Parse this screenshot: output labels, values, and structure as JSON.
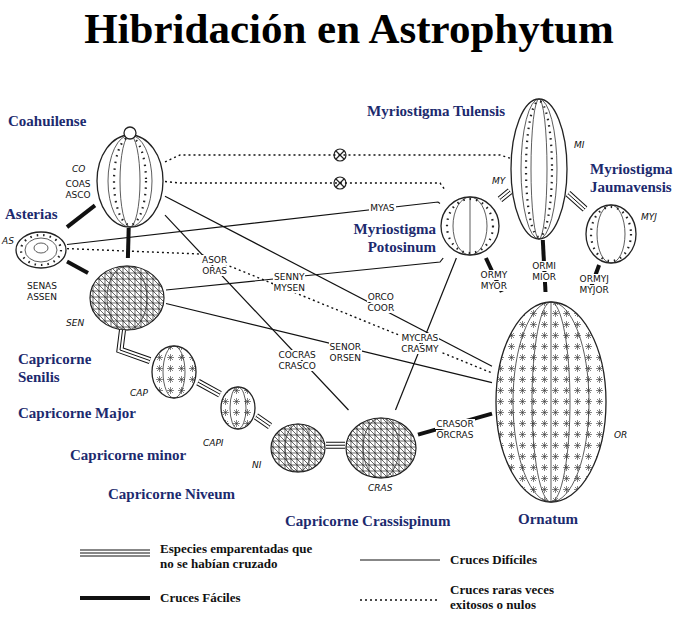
{
  "diagram": {
    "title": "Hibridación en Astrophytum",
    "nodes": [
      {
        "text": [
          "Coahuilense",
          "CO"
        ]
      },
      {
        "text": [
          "Asterias",
          "AS"
        ]
      },
      {
        "text": [
          "Capricorne Senilis",
          "SEN"
        ]
      },
      {
        "text": [
          "Capricorne Major",
          "CAP"
        ]
      },
      {
        "text": [
          "Capricorne minor",
          "CAPI"
        ]
      },
      {
        "text": [
          "Capricorne Niveum",
          "NI"
        ]
      },
      {
        "text": [
          "Capricorne Crassispinum",
          "CRAS"
        ]
      },
      {
        "text": [
          "Ornatum",
          "OR"
        ]
      },
      {
        "text": [
          "Myriostigma Potosinum",
          "MY"
        ]
      },
      {
        "text": [
          "Myriostigma Tulensis",
          "MI"
        ]
      },
      {
        "text": [
          "Myriostigma Jaumavensis",
          "MYJ"
        ]
      }
    ],
    "edges": [
      {
        "from": 0,
        "to": 1,
        "label": "COAS",
        "arrow": "none"
      },
      {
        "from": 0,
        "to": 2,
        "arrow": "none"
      },
      {
        "from": 1,
        "to": 2,
        "label": "SENAS",
        "arrow": "none"
      },
      {
        "from": 2,
        "to": 3,
        "arrow": "none"
      },
      {
        "from": 3,
        "to": 4,
        "arrow": "none"
      },
      {
        "from": 4,
        "to": 5,
        "arrow": "none"
      },
      {
        "from": 5,
        "to": 6,
        "arrow": "none"
      },
      {
        "from": 0,
        "to": 9,
        "arrow": "none"
      },
      {
        "from": 0,
        "to": 8,
        "arrow": "none"
      },
      {
        "from": 1,
        "to": 8,
        "label": "MYAS",
        "arrow": "none"
      },
      {
        "from": 1,
        "to": 7,
        "label": "ASOR",
        "arrow": "none"
      },
      {
        "from": 0,
        "to": 7,
        "label": "COOR",
        "arrow": "none"
      },
      {
        "from": 0,
        "to": 6,
        "label": "COCRAS",
        "arrow": "none"
      },
      {
        "from": 2,
        "to": 8,
        "label": "SENNY",
        "arrow": "none"
      },
      {
        "from": 2,
        "to": 7,
        "label": "SENOR",
        "arrow": "none"
      },
      {
        "from": 6,
        "to": 7,
        "label": "CRASOR",
        "arrow": "none"
      },
      {
        "from": 6,
        "to": 8,
        "label": "CRASMY",
        "arrow": "none"
      },
      {
        "from": 7,
        "to": 8,
        "label": "ORMY",
        "arrow": "none"
      },
      {
        "from": 7,
        "to": 9,
        "label": "ORMI",
        "arrow": "none"
      },
      {
        "from": 7,
        "to": 10,
        "label": "ORMYJ",
        "arrow": "none"
      },
      {
        "from": 9,
        "to": 8,
        "arrow": "none"
      },
      {
        "from": 9,
        "to": 10,
        "arrow": "none"
      }
    ],
    "labels": [
      "ASCO",
      "ASSEN",
      "ORAS",
      "ORCO",
      "CRASCO",
      "MYSEN",
      "ORSEN",
      "ORCRAS",
      "MYCRAS",
      "MYOR",
      "MIOR",
      "MYJOR"
    ],
    "legend": [
      {
        "text": "Especies emparentadas que no se habían cruzado"
      },
      {
        "text": "Cruces Fáciles"
      },
      {
        "text": "Cruces Difíciles"
      },
      {
        "text": "Cruces raras veces exitosos o nulos"
      }
    ]
  }
}
